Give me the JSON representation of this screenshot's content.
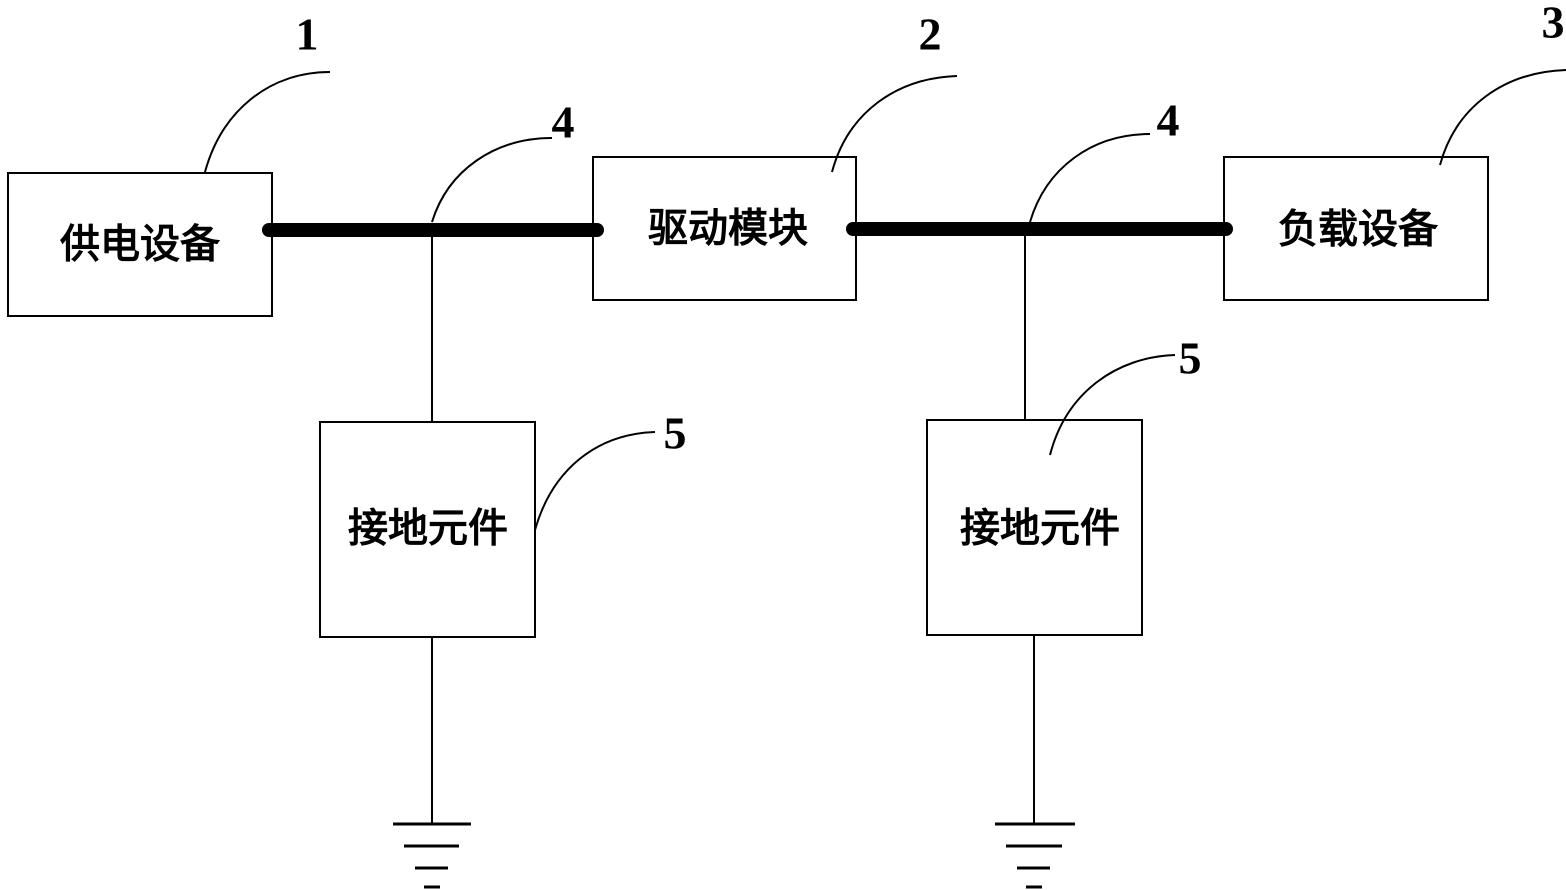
{
  "diagram": {
    "power_supply": {
      "label": "供电设备",
      "ref": "1"
    },
    "drive_module": {
      "label": "驱动模块",
      "ref": "2"
    },
    "load_device": {
      "label": "负载设备",
      "ref": "3"
    },
    "line_left": {
      "ref": "4"
    },
    "line_right": {
      "ref": "4"
    },
    "ground_left": {
      "label": "接地元件",
      "ref": "5"
    },
    "ground_right": {
      "label": "接地元件",
      "ref": "5"
    }
  }
}
